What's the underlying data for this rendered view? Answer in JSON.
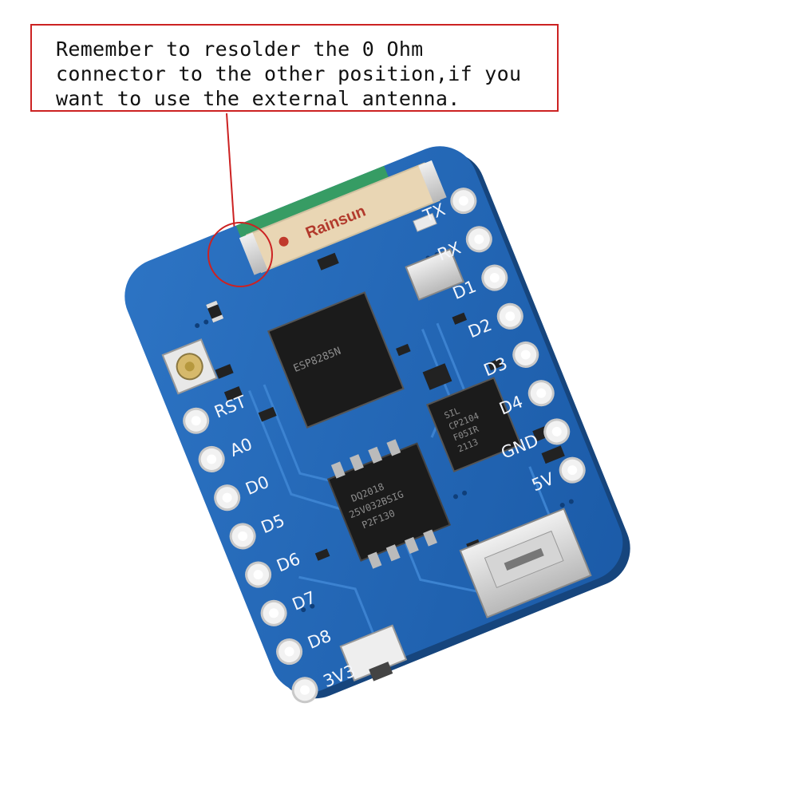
{
  "callout": {
    "line1": "Remember to resolder the 0 Ohm",
    "line2": "connector to the other position,if you",
    "line3": "want to use the external antenna."
  },
  "antenna_brand": "Rainsun",
  "right_pins": [
    "TX",
    "RX",
    "D1",
    "D2",
    "D3",
    "D4",
    "GND",
    "5V"
  ],
  "left_pins": [
    "RST",
    "A0",
    "D0",
    "D5",
    "D6",
    "D7",
    "D8",
    "3V3"
  ],
  "chips": {
    "esp": "ESP8285N",
    "flash_l1": "DQ2018",
    "flash_l2": "25V032BSIG",
    "flash_l3": "P2F130",
    "usb_l1": "SIL",
    "usb_l2": "CP2104",
    "usb_l3": "F05IR",
    "usb_l4": "2113"
  },
  "colors": {
    "board": "#1f63b3",
    "callout_border": "#cc2222",
    "silkscreen": "#f4f6fb"
  }
}
